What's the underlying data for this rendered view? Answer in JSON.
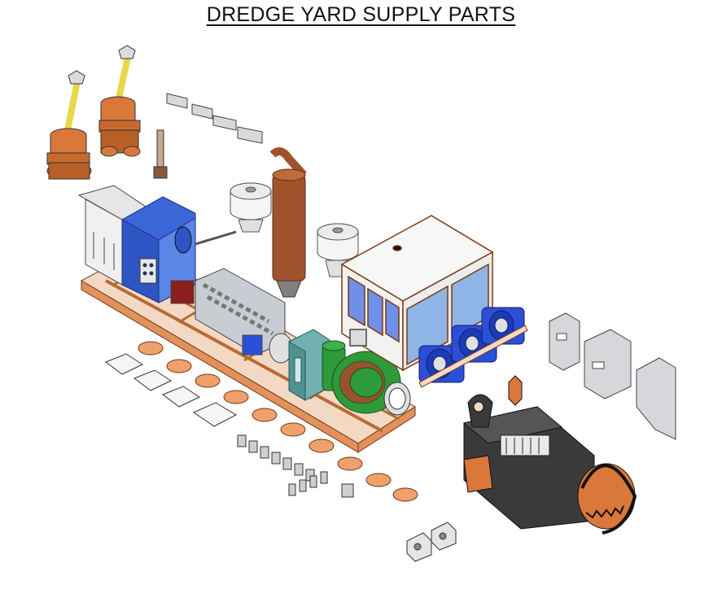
{
  "title": "DREDGE YARD SUPPLY PARTS",
  "colors": {
    "orange": "#d9783a",
    "orange_dark": "#a84f1c",
    "yellow": "#e6d84a",
    "blue": "#2c4fd8",
    "blue_light": "#8fb4e6",
    "green": "#2e9a3a",
    "teal": "#5fa8a8",
    "rust": "#a0522d",
    "grey": "#cfd2d6",
    "grey_dark": "#6f7377",
    "black": "#2a2a2a",
    "white": "#f4f4f4"
  },
  "parts": [
    {
      "name": "spud-hydraulic-cylinder",
      "color": "yellow"
    },
    {
      "name": "spud-carrier",
      "color": "orange"
    },
    {
      "name": "exhaust-stack",
      "color": "rust"
    },
    {
      "name": "electrical-switchgear",
      "color": "white"
    },
    {
      "name": "hydraulic-power-unit",
      "color": "blue"
    },
    {
      "name": "diesel-engine",
      "color": "grey"
    },
    {
      "name": "gearbox",
      "color": "teal"
    },
    {
      "name": "dredge-pump",
      "color": "green"
    },
    {
      "name": "operator-cabin",
      "color": "white"
    },
    {
      "name": "winches",
      "color": "blue"
    },
    {
      "name": "cutter-head-ladder",
      "color": "black"
    },
    {
      "name": "cutter-head",
      "color": "orange"
    },
    {
      "name": "base-skid-frame",
      "color": "orange"
    },
    {
      "name": "air-filters",
      "color": "white"
    },
    {
      "name": "flange-plates",
      "color": "orange"
    },
    {
      "name": "inspection-covers",
      "color": "white"
    },
    {
      "name": "wear-plates",
      "color": "grey"
    }
  ]
}
